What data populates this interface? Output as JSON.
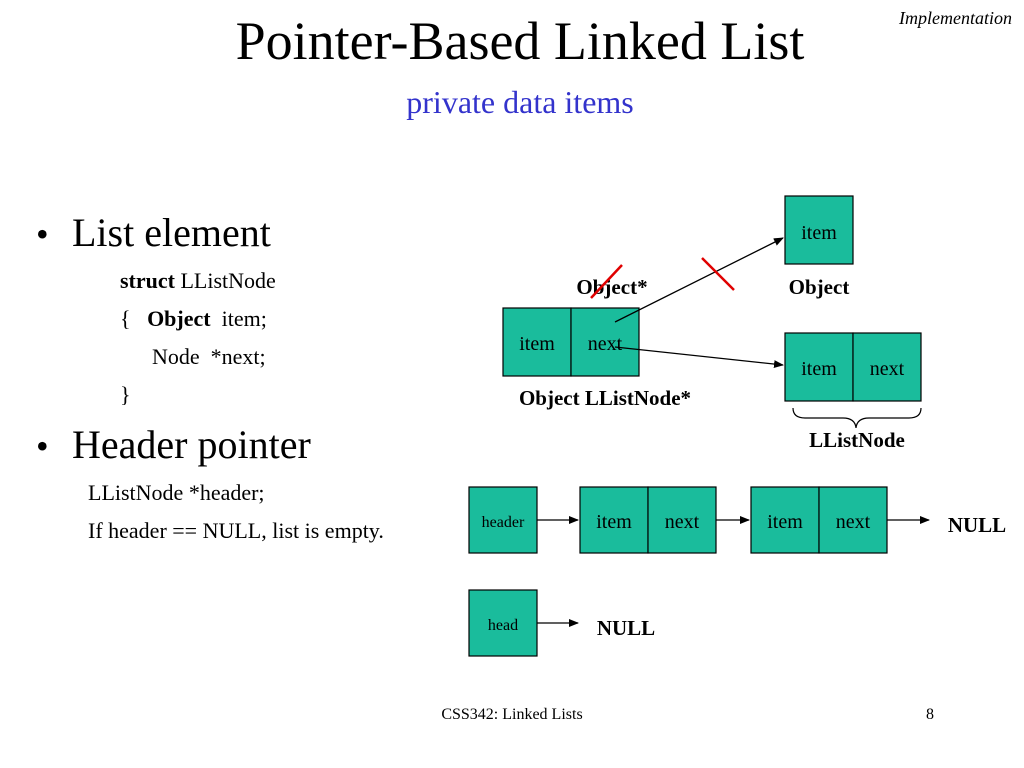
{
  "slide": {
    "corner_label": "Implementation",
    "title": "Pointer-Based Linked List",
    "subtitle": "private data items",
    "bullets": [
      {
        "text": "List element",
        "code": {
          "keyword": "struct",
          "name": "LListNode",
          "brace_open": "{",
          "type1": "Object",
          "field1": "item;",
          "field2": "Node  *next;",
          "brace_close": "}"
        }
      },
      {
        "text": "Header pointer",
        "lines": [
          "LListNode *header;",
          "If header == NULL, list is empty."
        ]
      }
    ],
    "footer": "CSS342: Linked Lists",
    "page_number": "8"
  },
  "diagram": {
    "labels": {
      "object_ptr": "Object*",
      "object": "Object",
      "object_llistnode_ptr": "Object LListNode*",
      "llistnode": "LListNode"
    },
    "cells": {
      "item": "item",
      "next": "next",
      "header": "header",
      "head": "head"
    },
    "null_label": "NULL",
    "colors": {
      "node_fill": "#1abc9c",
      "strike": "#e00000"
    }
  }
}
